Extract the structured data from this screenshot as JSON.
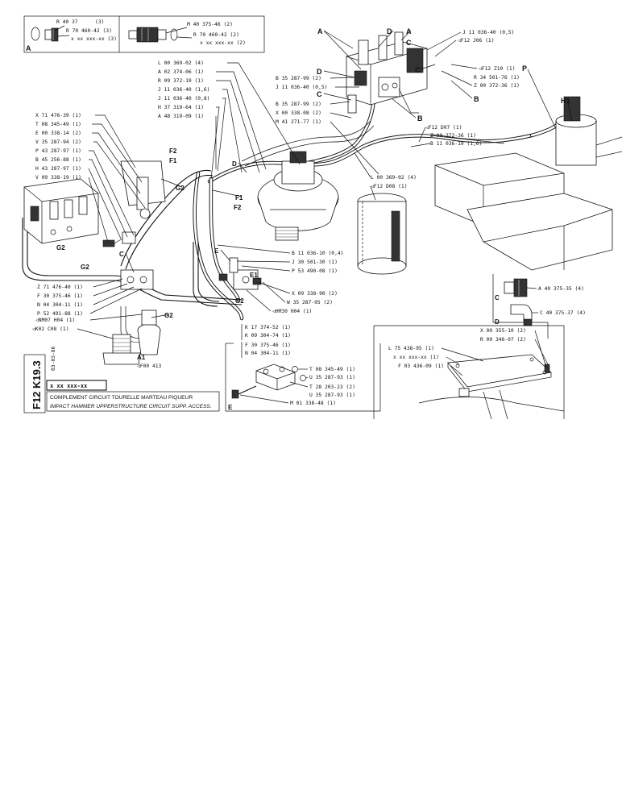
{
  "sheet": {
    "code_vertical": "F12 K19.3",
    "date_code": "03-03-86",
    "ref_box": "x xx xxx-xx",
    "title_fr": "COMPLEMENT CIRCUIT TOURELLE MARTEAU PIQUEUR",
    "title_en": "IMPACT HAMMER UPPERSTRUCTURE CIRCUIT SUPP. ACCESS."
  },
  "inset_a": {
    "letter": "A",
    "labels": [
      "R 40 37",
      "(3)",
      "R 70 460-42 (3)",
      "x xx xxx-xx (3)"
    ]
  },
  "inset_b": {
    "labels": [
      "M 40 375-46 (2)",
      "R 70 460-42 (2)",
      "x xx xxx-xx (2)"
    ]
  },
  "callouts_left": [
    "L 00 369-02 (4)",
    "A 02 374-06 (1)",
    "R 09 372-19 (1)",
    "J 11 036-40 (1,6)",
    "J 11 036-40 (0,8)",
    "H 37 319-64 (1)",
    "A 48 319-09 (1)"
  ],
  "callouts_side": [
    "X 71 476-39 (1)",
    "T 08 345-49 (1)",
    "E 00 338-14 (2)",
    "V 35 287-94 (2)",
    "P 43 287-97 (1)",
    "B 45 256-88 (1)",
    "H 43 287-97 (1)",
    "V 09 338-19 (1)"
  ],
  "callouts_top": [
    "B 35 287-99 (2)",
    "J 11 036-40 (0,5)",
    "B 35 287-99 (2)",
    "X 00 338-08 (2)",
    "M 41 271-77 (1)",
    "J 11 036-40 (0,5)",
    "◁F12 J06 (1)",
    "◁F12 Z10 (1)",
    "R 34 501-76 (1)",
    "Z 00 372-36 (1)",
    "◁F12 D07 (1)",
    "Z 00 372-36 (1)",
    "B 11 036-10 (1,6)",
    "L 00 369-02 (4)",
    "◁F12 D08 (1)"
  ],
  "callouts_mid": [
    "B 11 036-10 (0,4)",
    "J 30 501-30 (1)",
    "P 53 490-08 (1)",
    "X 09 338-90 (2)",
    "W 35 287-95 (2)",
    "◁HM30 H04 (1)"
  ],
  "callouts_lower_left": [
    "Z 71 476-40 (1)",
    "F 30 375-46 (1)",
    "N 04 304-11 (1)",
    "P 52 491-88 (1)",
    "◁NM07 H04 (1)",
    "◁K02 C08 (1)"
  ],
  "callouts_bottom": [
    "K 17 374-52 (1)",
    "K 09 304-74 (1)",
    "F 30 375-46 (1)",
    "N 04 304-11 (1)"
  ],
  "inset_c": {
    "letter": "C",
    "label": "A 40 375-35 (4)"
  },
  "inset_d": {
    "letter": "D",
    "label": "C 40 375-37 (4)"
  },
  "inset_e": {
    "letter": "E",
    "labels": [
      "T 08 345-49 (1)",
      "U 35 287-93 (1)",
      "T 28 203-23 (2)",
      "U 35 287-93 (1)",
      "M 01 338-48 (1)"
    ]
  },
  "inset_plate": {
    "labels": [
      "X 00 355-10 (2)",
      "R 00 346-07 (2)",
      "L 75 438-95 (1)",
      "x xx xxx-xx (1)",
      "F 03 436-09 (1)"
    ]
  },
  "a1": {
    "letter": "A1",
    "ref": "◁F00 413"
  },
  "letters": {
    "A": "A",
    "B": "B",
    "C": "C",
    "D": "D",
    "E": "E",
    "E1": "E1",
    "F1": "F1",
    "F2": "F2",
    "G2": "G2",
    "H1": "H1",
    "P": "P"
  }
}
